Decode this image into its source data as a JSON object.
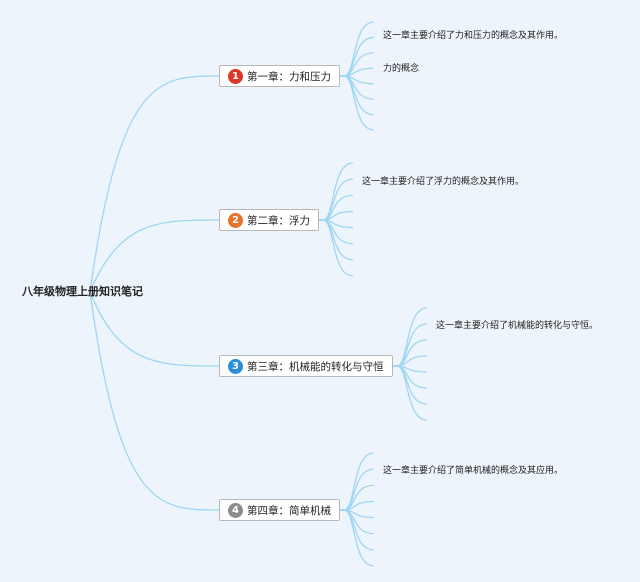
{
  "root": {
    "title": "八年级物理上册知识笔记"
  },
  "chapters": [
    {
      "number": "1",
      "label": "第一章：力和压力",
      "color": "#d9382a",
      "notes": [
        "这一章主要介绍了力和压力的概念及其作用。",
        "力的概念"
      ]
    },
    {
      "number": "2",
      "label": "第二章：浮力",
      "color": "#e8732a",
      "notes": [
        "这一章主要介绍了浮力的概念及其作用。"
      ]
    },
    {
      "number": "3",
      "label": "第三章：机械能的转化与守恒",
      "color": "#2a8fd9",
      "notes": [
        "这一章主要介绍了机械能的转化与守恒。"
      ]
    },
    {
      "number": "4",
      "label": "第四章：简单机械",
      "color": "#8c8c8c",
      "notes": [
        "这一章主要介绍了简单机械的概念及其应用。"
      ]
    }
  ],
  "colors": {
    "branch": "#9fd6f2",
    "background": "#eef4fb"
  }
}
